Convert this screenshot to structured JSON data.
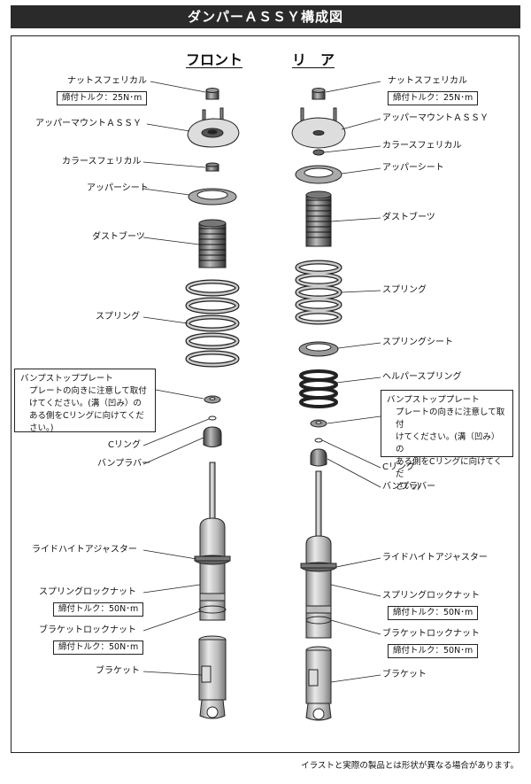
{
  "title": "ダンパーＡＳＳＹ構成図",
  "front_heading": "フロント",
  "rear_heading": "リ　ア",
  "front": {
    "nut": "ナットスフェリカル",
    "nut_torque": "締付トルク：25N･m",
    "upper_mount": "アッパーマウントＡＳＳＹ",
    "collar": "カラースフェリカル",
    "upper_seat": "アッパーシート",
    "dust_boot": "ダストブーツ",
    "spring": "スプリング",
    "note_title": "バンプストッププレート",
    "note_body": "プレートの向きに注意して取付\nけてください。(溝（凹み）の\nある側をCリングに向けてくだ\nさい。)",
    "c_ring": "Cリング",
    "bump_rubber": "バンプラバー",
    "ride_height": "ライドハイトアジャスター",
    "spring_lock_nut": "スプリングロックナット",
    "spring_lock_torque": "締付トルク：50N･m",
    "bracket_lock_nut": "ブラケットロックナット",
    "bracket_lock_torque": "締付トルク：50N･m",
    "bracket": "ブラケット"
  },
  "rear": {
    "nut": "ナットスフェリカル",
    "nut_torque": "締付トルク：25N･m",
    "upper_mount": "アッパーマウントＡＳＳＹ",
    "collar": "カラースフェリカル",
    "upper_seat": "アッパーシート",
    "dust_boot": "ダストブーツ",
    "spring": "スプリング",
    "spring_seat": "スプリングシート",
    "helper_spring": "ヘルパースプリング",
    "note_title": "バンプストッププレート",
    "note_body": "プレートの向きに注意して取付\nけてください。(溝（凹み）の\nある側をCリングに向けてくだ\nさい。)",
    "c_ring": "Cリング",
    "bump_rubber": "バンプラバー",
    "ride_height": "ライドハイトアジャスター",
    "spring_lock_nut": "スプリングロックナット",
    "spring_lock_torque": "締付トルク：50N･m",
    "bracket_lock_nut": "ブラケットロックナット",
    "bracket_lock_torque": "締付トルク：50N･m",
    "bracket": "ブラケット"
  },
  "footer": "イラストと実際の製品とは形状が異なる場合があります。"
}
